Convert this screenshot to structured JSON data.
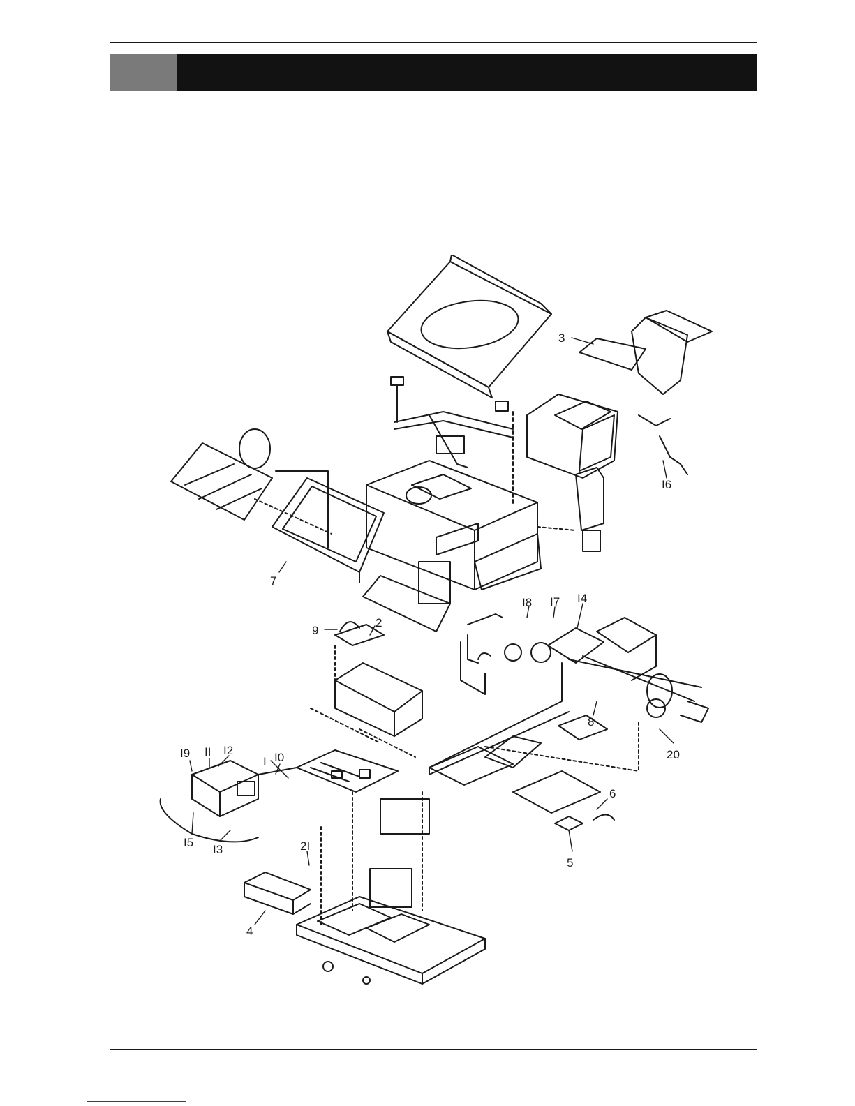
{
  "diagram": {
    "callouts": [
      {
        "id": "3",
        "label": "3"
      },
      {
        "id": "16",
        "label": "I6"
      },
      {
        "id": "7",
        "label": "7"
      },
      {
        "id": "9",
        "label": "9"
      },
      {
        "id": "2",
        "label": "2"
      },
      {
        "id": "18",
        "label": "I8"
      },
      {
        "id": "17",
        "label": "I7"
      },
      {
        "id": "14",
        "label": "I4"
      },
      {
        "id": "8",
        "label": "8"
      },
      {
        "id": "20",
        "label": "20"
      },
      {
        "id": "1",
        "label": "I"
      },
      {
        "id": "19",
        "label": "I9"
      },
      {
        "id": "11",
        "label": "II"
      },
      {
        "id": "12",
        "label": "I2"
      },
      {
        "id": "10",
        "label": "I0"
      },
      {
        "id": "6",
        "label": "6"
      },
      {
        "id": "15",
        "label": "I5"
      },
      {
        "id": "13",
        "label": "I3"
      },
      {
        "id": "21",
        "label": "2I"
      },
      {
        "id": "5",
        "label": "5"
      },
      {
        "id": "4",
        "label": "4"
      }
    ]
  }
}
